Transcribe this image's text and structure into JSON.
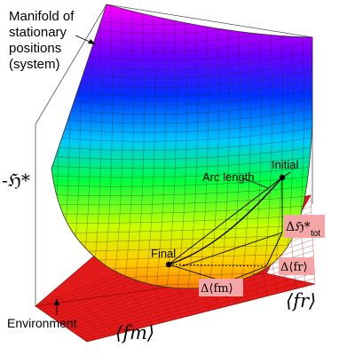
{
  "annotations": {
    "manifold_line1": "Manifold of",
    "manifold_line2": "stationary",
    "manifold_line3": "positions",
    "manifold_line4": "(system)",
    "environment": "Environment",
    "neg_h": "-ℌ*",
    "arc_length": "Arc length",
    "initial": "Initial",
    "final": "Final"
  },
  "axes": {
    "fm": "⟨fm⟩",
    "fr": "⟨fr⟩"
  },
  "tags": {
    "delta_h_main": "Δℌ*",
    "delta_h_sub": "tot",
    "delta_fr": "Δ⟨fr⟩",
    "delta_fm": "Δ⟨fm⟩"
  },
  "colors": {
    "environment_plane": "#e31a1a",
    "tag_background": "#f4a6a6",
    "surface_gradient": [
      "#ff00ff",
      "#0000ff",
      "#00c8ff",
      "#00ff00",
      "#ffff00",
      "#ff8000"
    ]
  }
}
